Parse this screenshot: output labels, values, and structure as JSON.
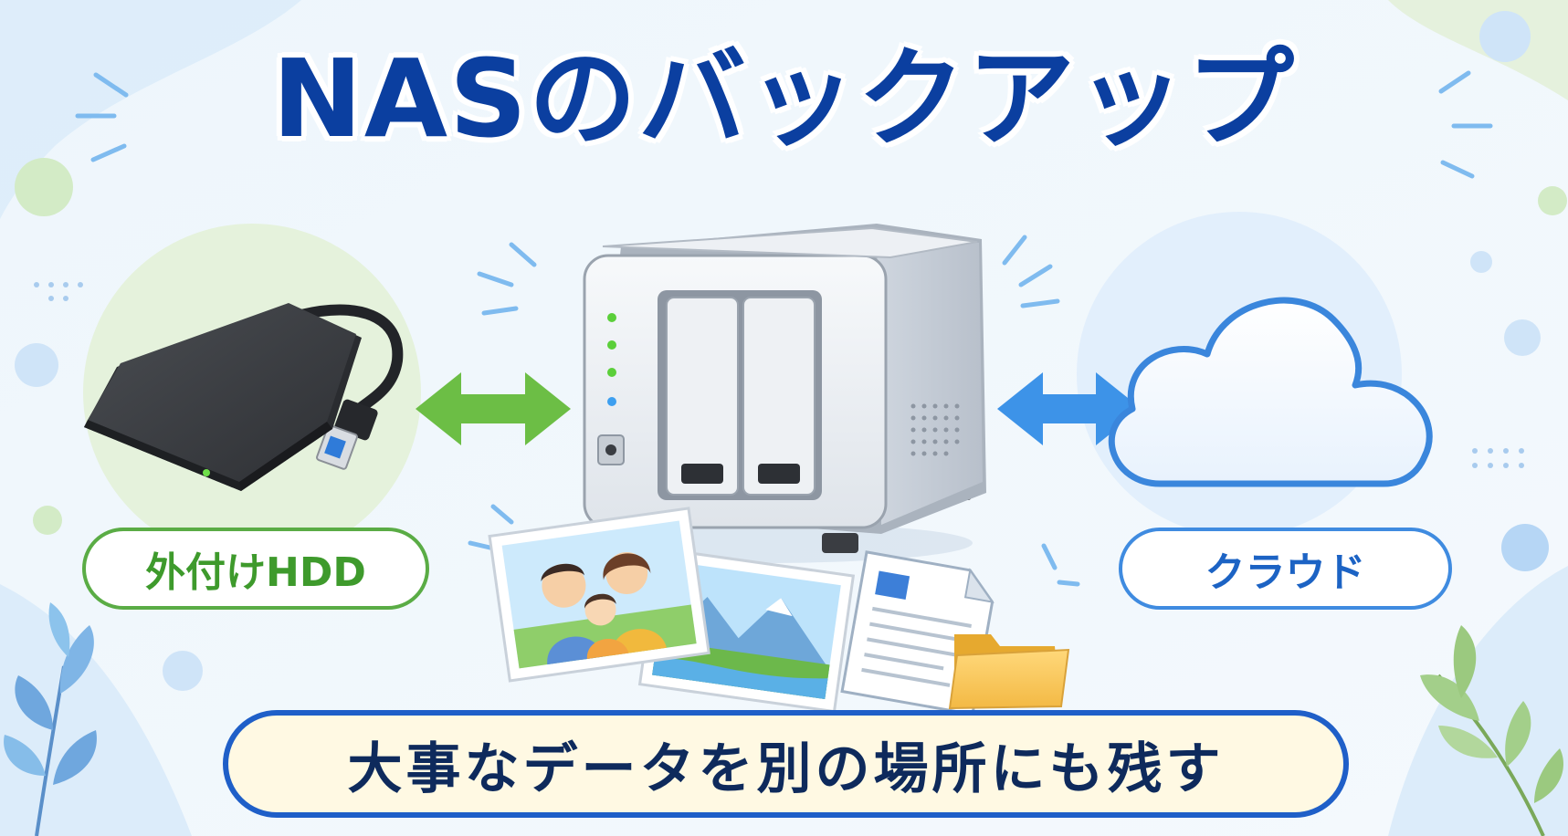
{
  "title": "NASのバックアップ",
  "labels": {
    "external_hdd": "外付けHDD",
    "cloud": "クラウド",
    "tagline": "大事なデータを別の場所にも残す"
  },
  "colors": {
    "title_blue": "#0b3fa0",
    "hdd_green": "#5aac45",
    "cloud_blue": "#3f8be0",
    "tagline_border": "#1f5fc8",
    "tagline_fill": "#fff9e3"
  },
  "icons": [
    "external-hdd-icon",
    "nas-icon",
    "cloud-icon",
    "family-photo-icon",
    "landscape-photo-icon",
    "document-icon",
    "folder-icon",
    "leaf-icon"
  ]
}
